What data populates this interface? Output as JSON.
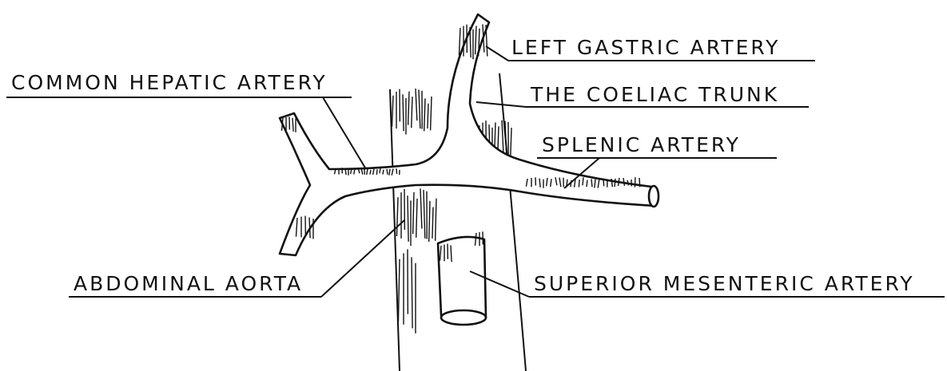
{
  "labels": {
    "left_gastric_artery": "LEFT GASTRIC ARTERY",
    "common_hepatic_artery": "COMMON HEPATIC ARTERY",
    "coeliac_trunk": "THE COELIAC TRUNK",
    "splenic_artery": "SPLENIC ARTERY",
    "abdominal_aorta": "ABDOMINAL AORTA",
    "superior_mesenteric_artery": "SUPERIOR MESENTERIC ARTERY"
  },
  "colors": {
    "ink": "#111111",
    "background": "#ffffff"
  }
}
